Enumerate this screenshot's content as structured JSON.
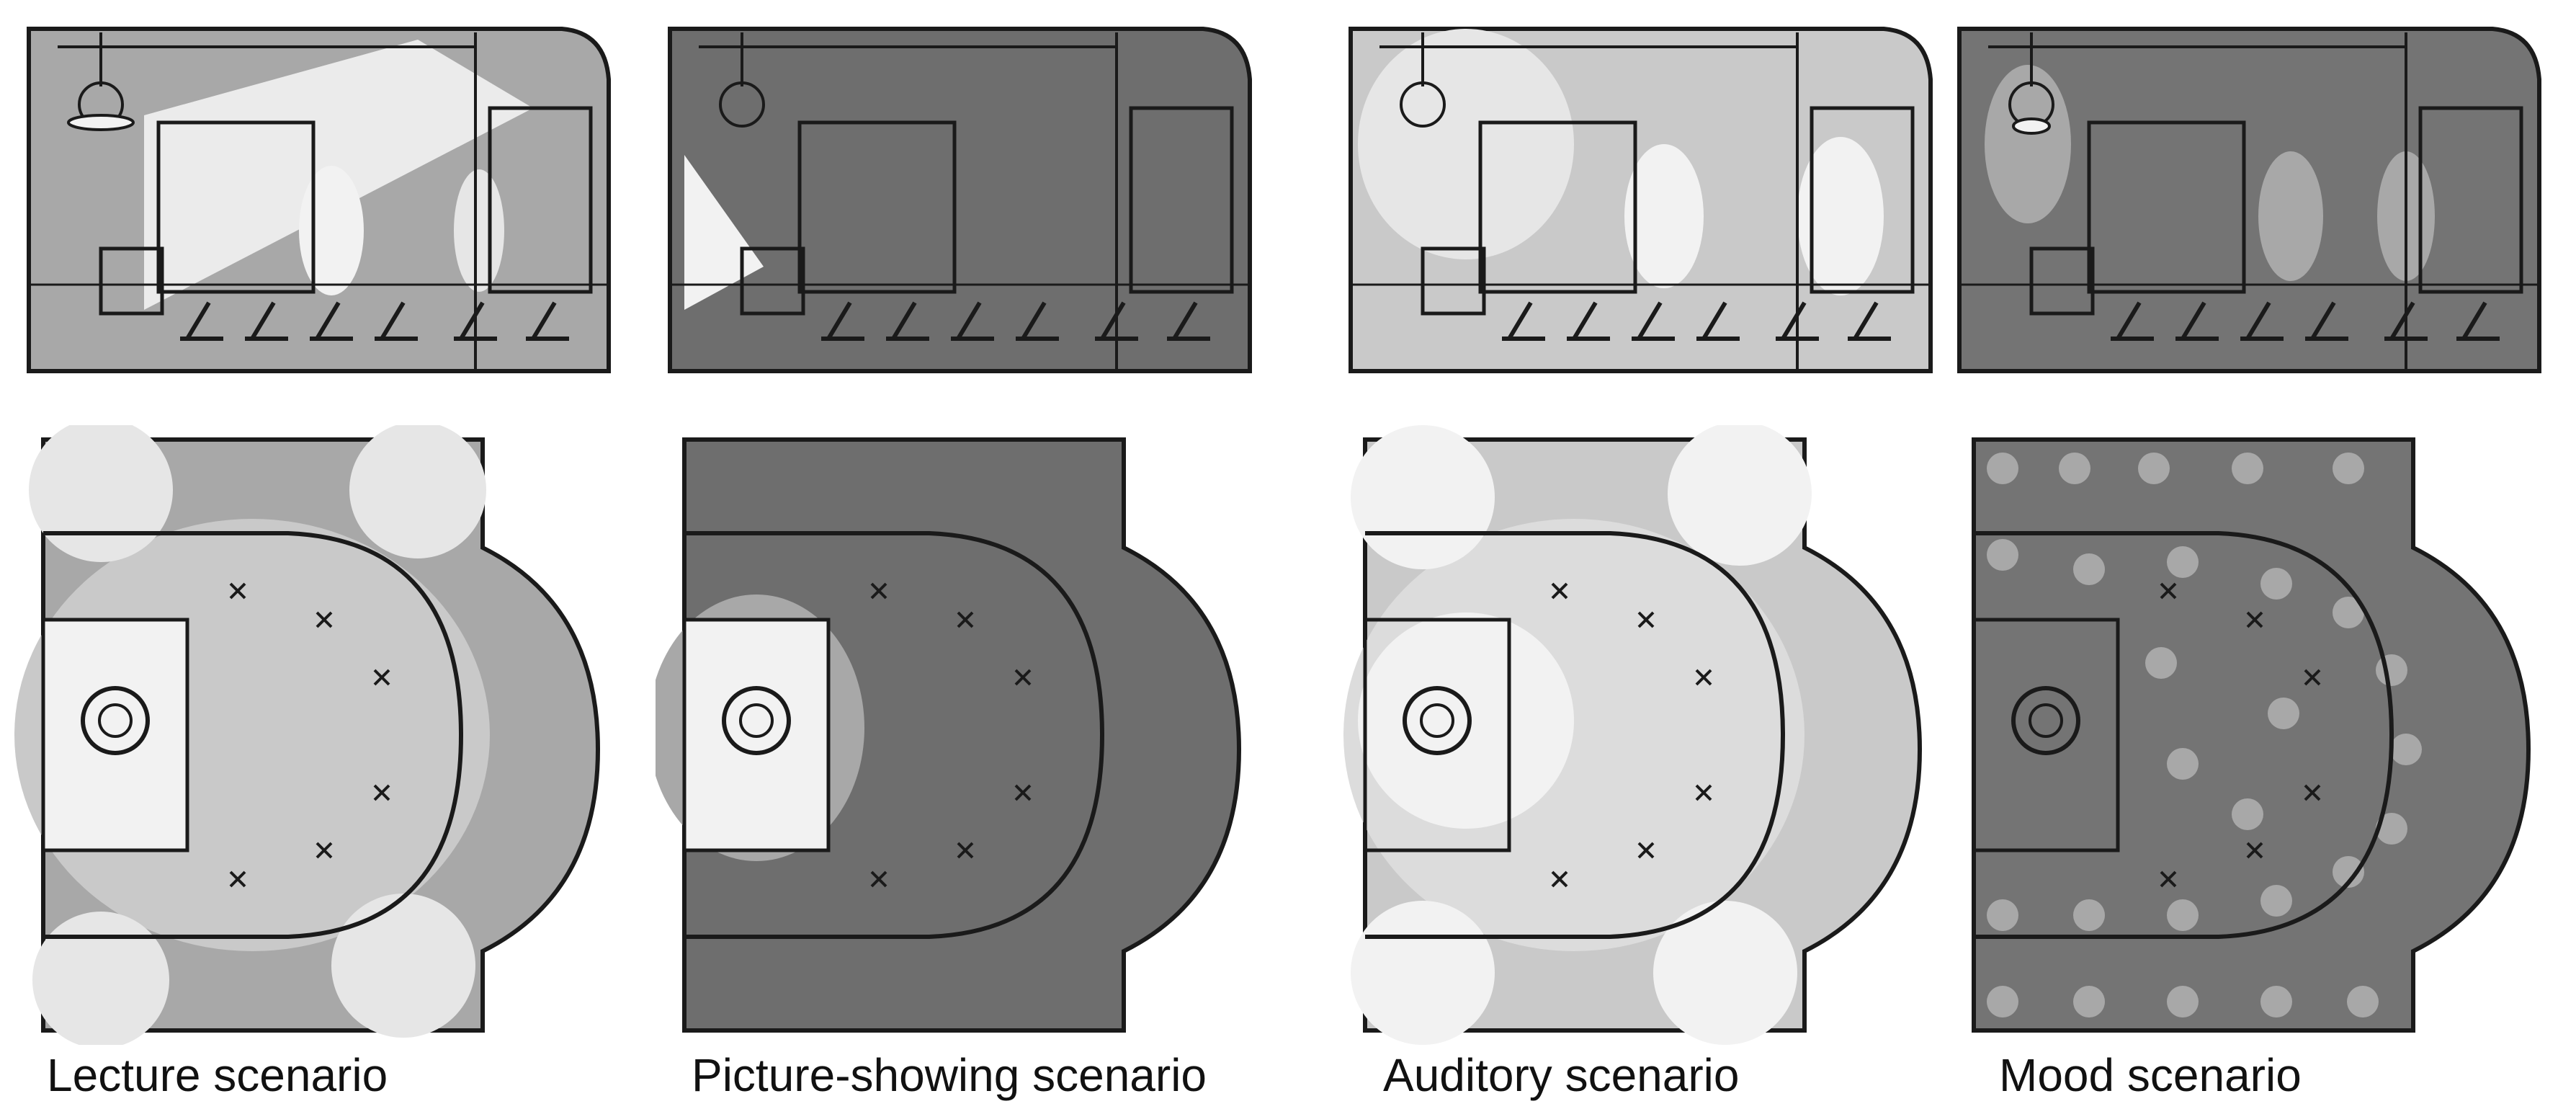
{
  "colors": {
    "lit_paper": "#f2f2f2",
    "light_grey": "#c8c8c8",
    "mid_grey": "#9e9e9e",
    "dark_grey": "#6e6e6e",
    "ink": "#1a1a1a"
  },
  "scenarios": [
    {
      "caption": "Lecture scenario",
      "tone": "#a8a8a8"
    },
    {
      "caption": "Picture-showing scenario",
      "tone": "#6e6e6e"
    },
    {
      "caption": "Auditory scenario",
      "tone": "#c9c9c9"
    },
    {
      "caption": "Mood scenario",
      "tone": "#747474"
    }
  ]
}
